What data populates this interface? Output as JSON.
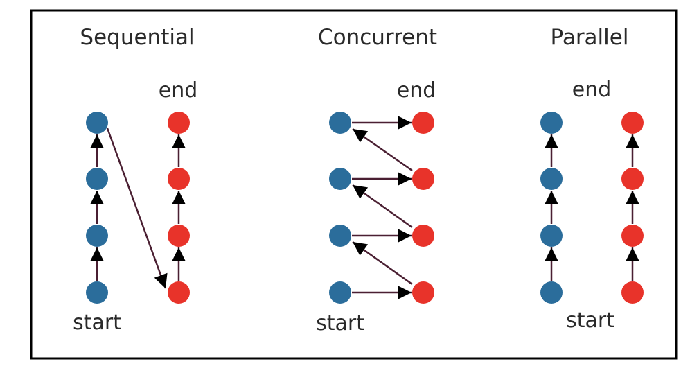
{
  "panels": [
    {
      "title": "Sequential",
      "end_label": "end",
      "start_label": "start"
    },
    {
      "title": "Concurrent",
      "end_label": "end",
      "start_label": "start"
    },
    {
      "title": "Parallel",
      "end_label": "end",
      "start_label": "start"
    }
  ],
  "colors": {
    "task_a": "#2b6d9b",
    "task_b": "#e8332a",
    "arrow": "#000000",
    "arrow_line": "#4a1f32",
    "border": "#000000"
  }
}
